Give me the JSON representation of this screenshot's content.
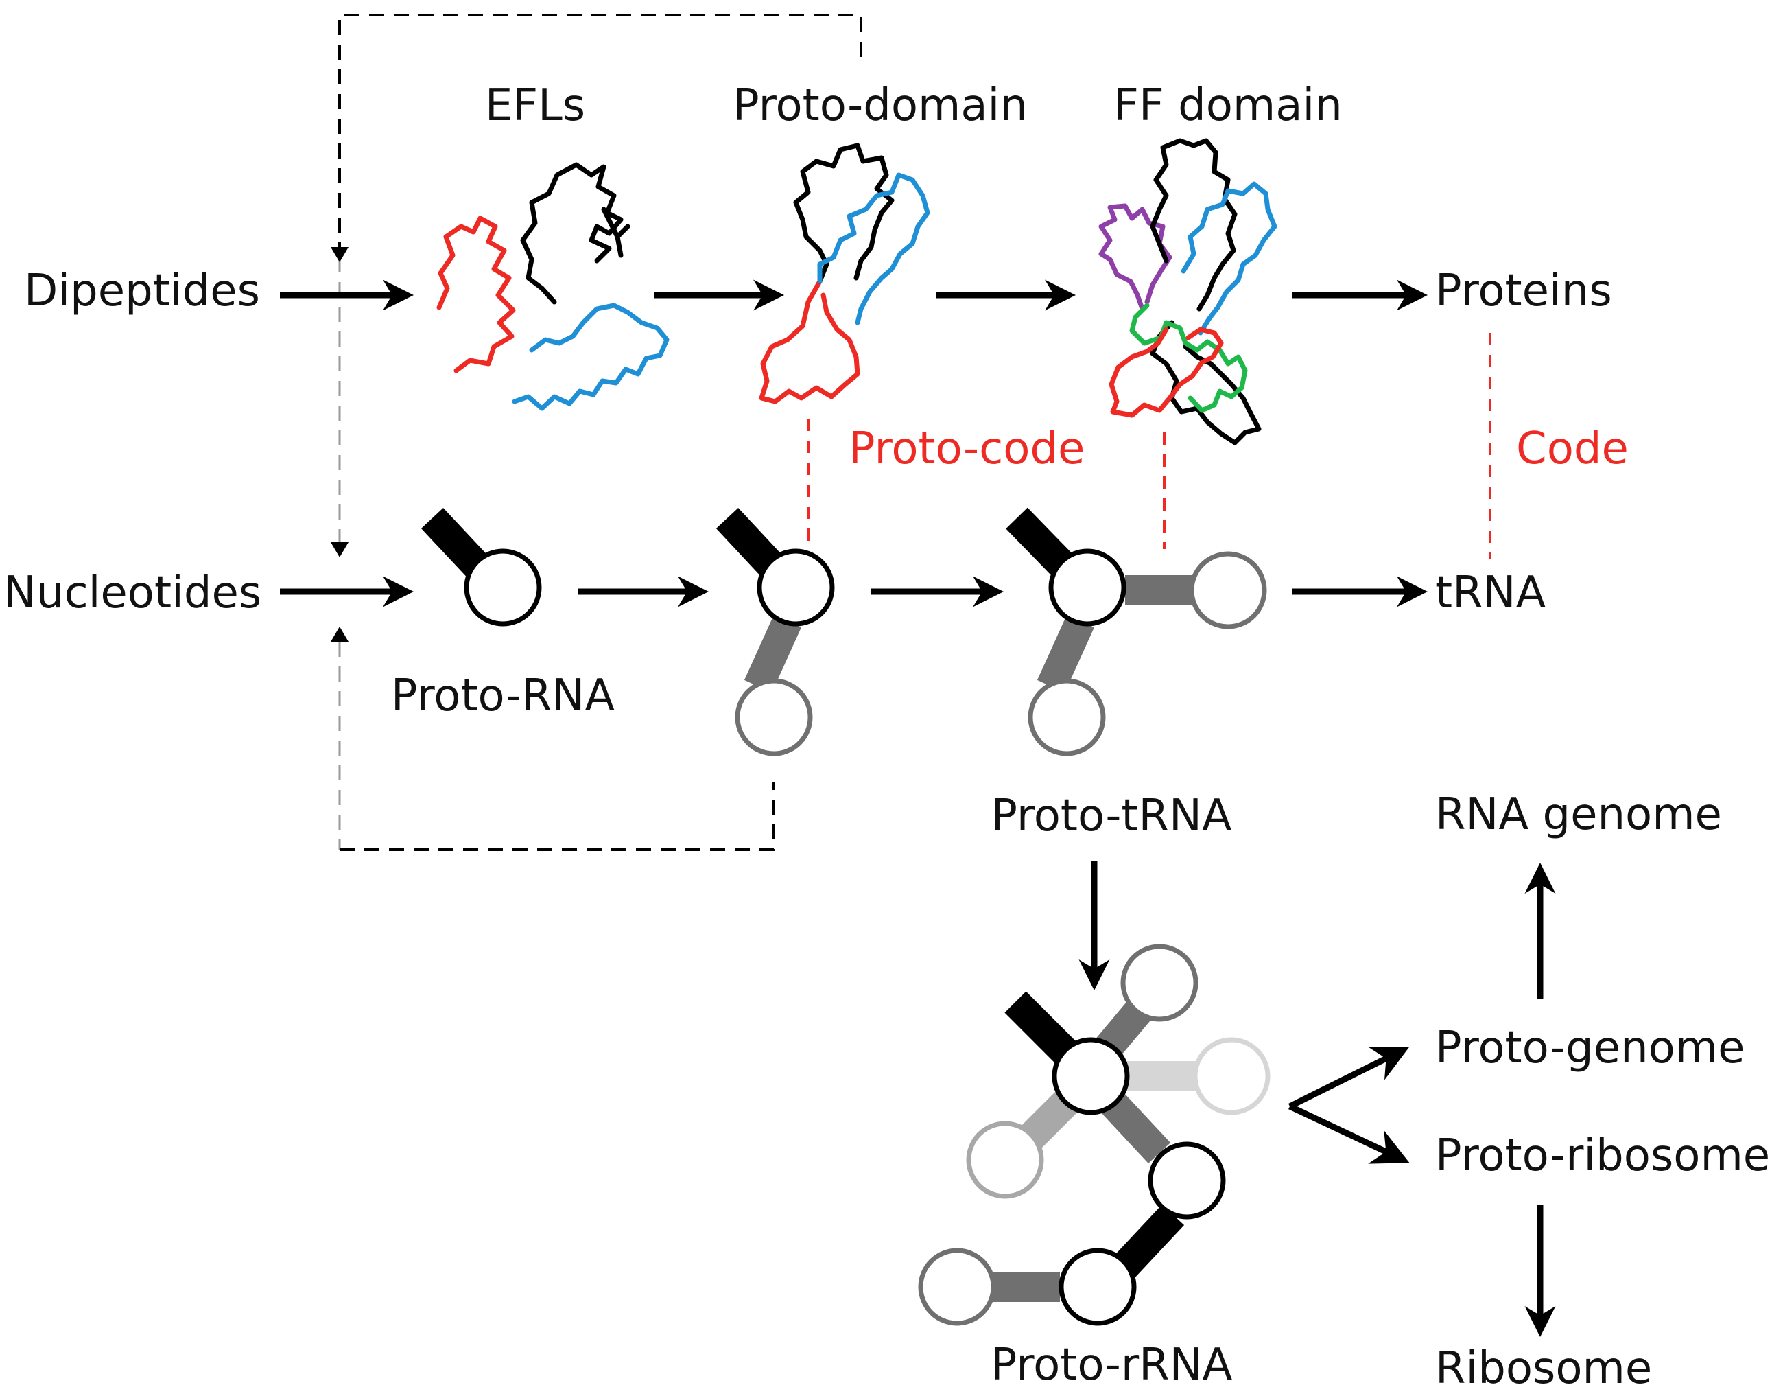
{
  "labels": {
    "efls": "EFLs",
    "proto_domain": "Proto-domain",
    "ff_domain": "FF domain",
    "dipeptides": "Dipeptides",
    "proteins": "Proteins",
    "proto_code": "Proto-code",
    "code": "Code",
    "nucleotides": "Nucleotides",
    "trna": "tRNA",
    "proto_rna": "Proto-RNA",
    "proto_trna": "Proto-tRNA",
    "rna_genome": "RNA genome",
    "proto_genome": "Proto-genome",
    "proto_ribosome": "Proto-ribosome",
    "proto_rrna": "Proto-rRNA",
    "ribosome": "Ribosome"
  },
  "colors": {
    "code_red": "#ee2a24",
    "chain_red": "#ee2a24",
    "chain_blue": "#1f8fd6",
    "chain_black": "#000000",
    "chain_purple": "#8e3fa8",
    "chain_green": "#1fb84a",
    "stem_dark": "#000000",
    "stem_mid": "#707070",
    "stem_light": "#a8a8a8",
    "stem_faint": "#d6d6d6"
  }
}
